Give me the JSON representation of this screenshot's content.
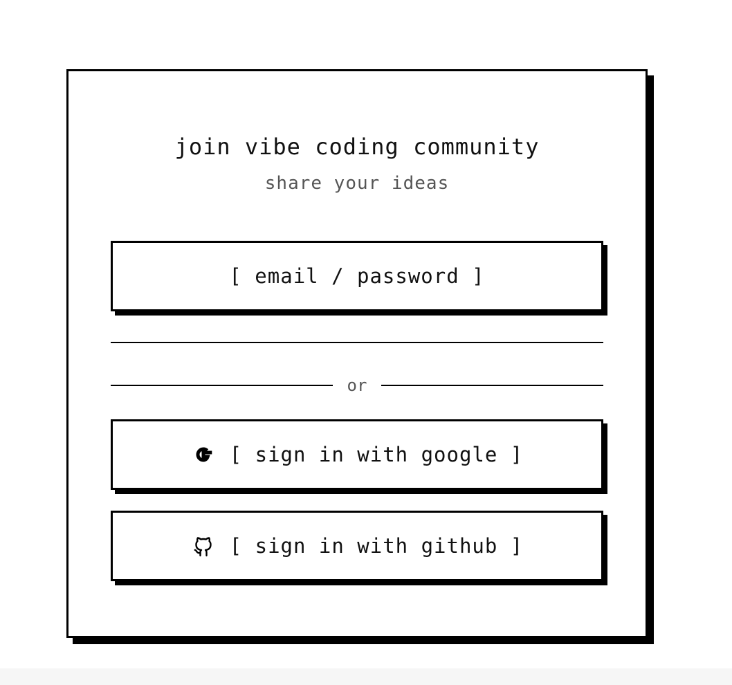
{
  "header": {
    "title": "join vibe coding community",
    "subtitle": "share your ideas"
  },
  "auth": {
    "email_label": "[ email / password ]",
    "divider_text": "or",
    "google_label": "[ sign in with google ]",
    "github_label": "[ sign in with github ]",
    "google_icon": "google-icon",
    "github_icon": "github-icon"
  },
  "colors": {
    "border": "#000000",
    "background": "#ffffff",
    "text": "#111111",
    "muted_text": "#555555"
  }
}
